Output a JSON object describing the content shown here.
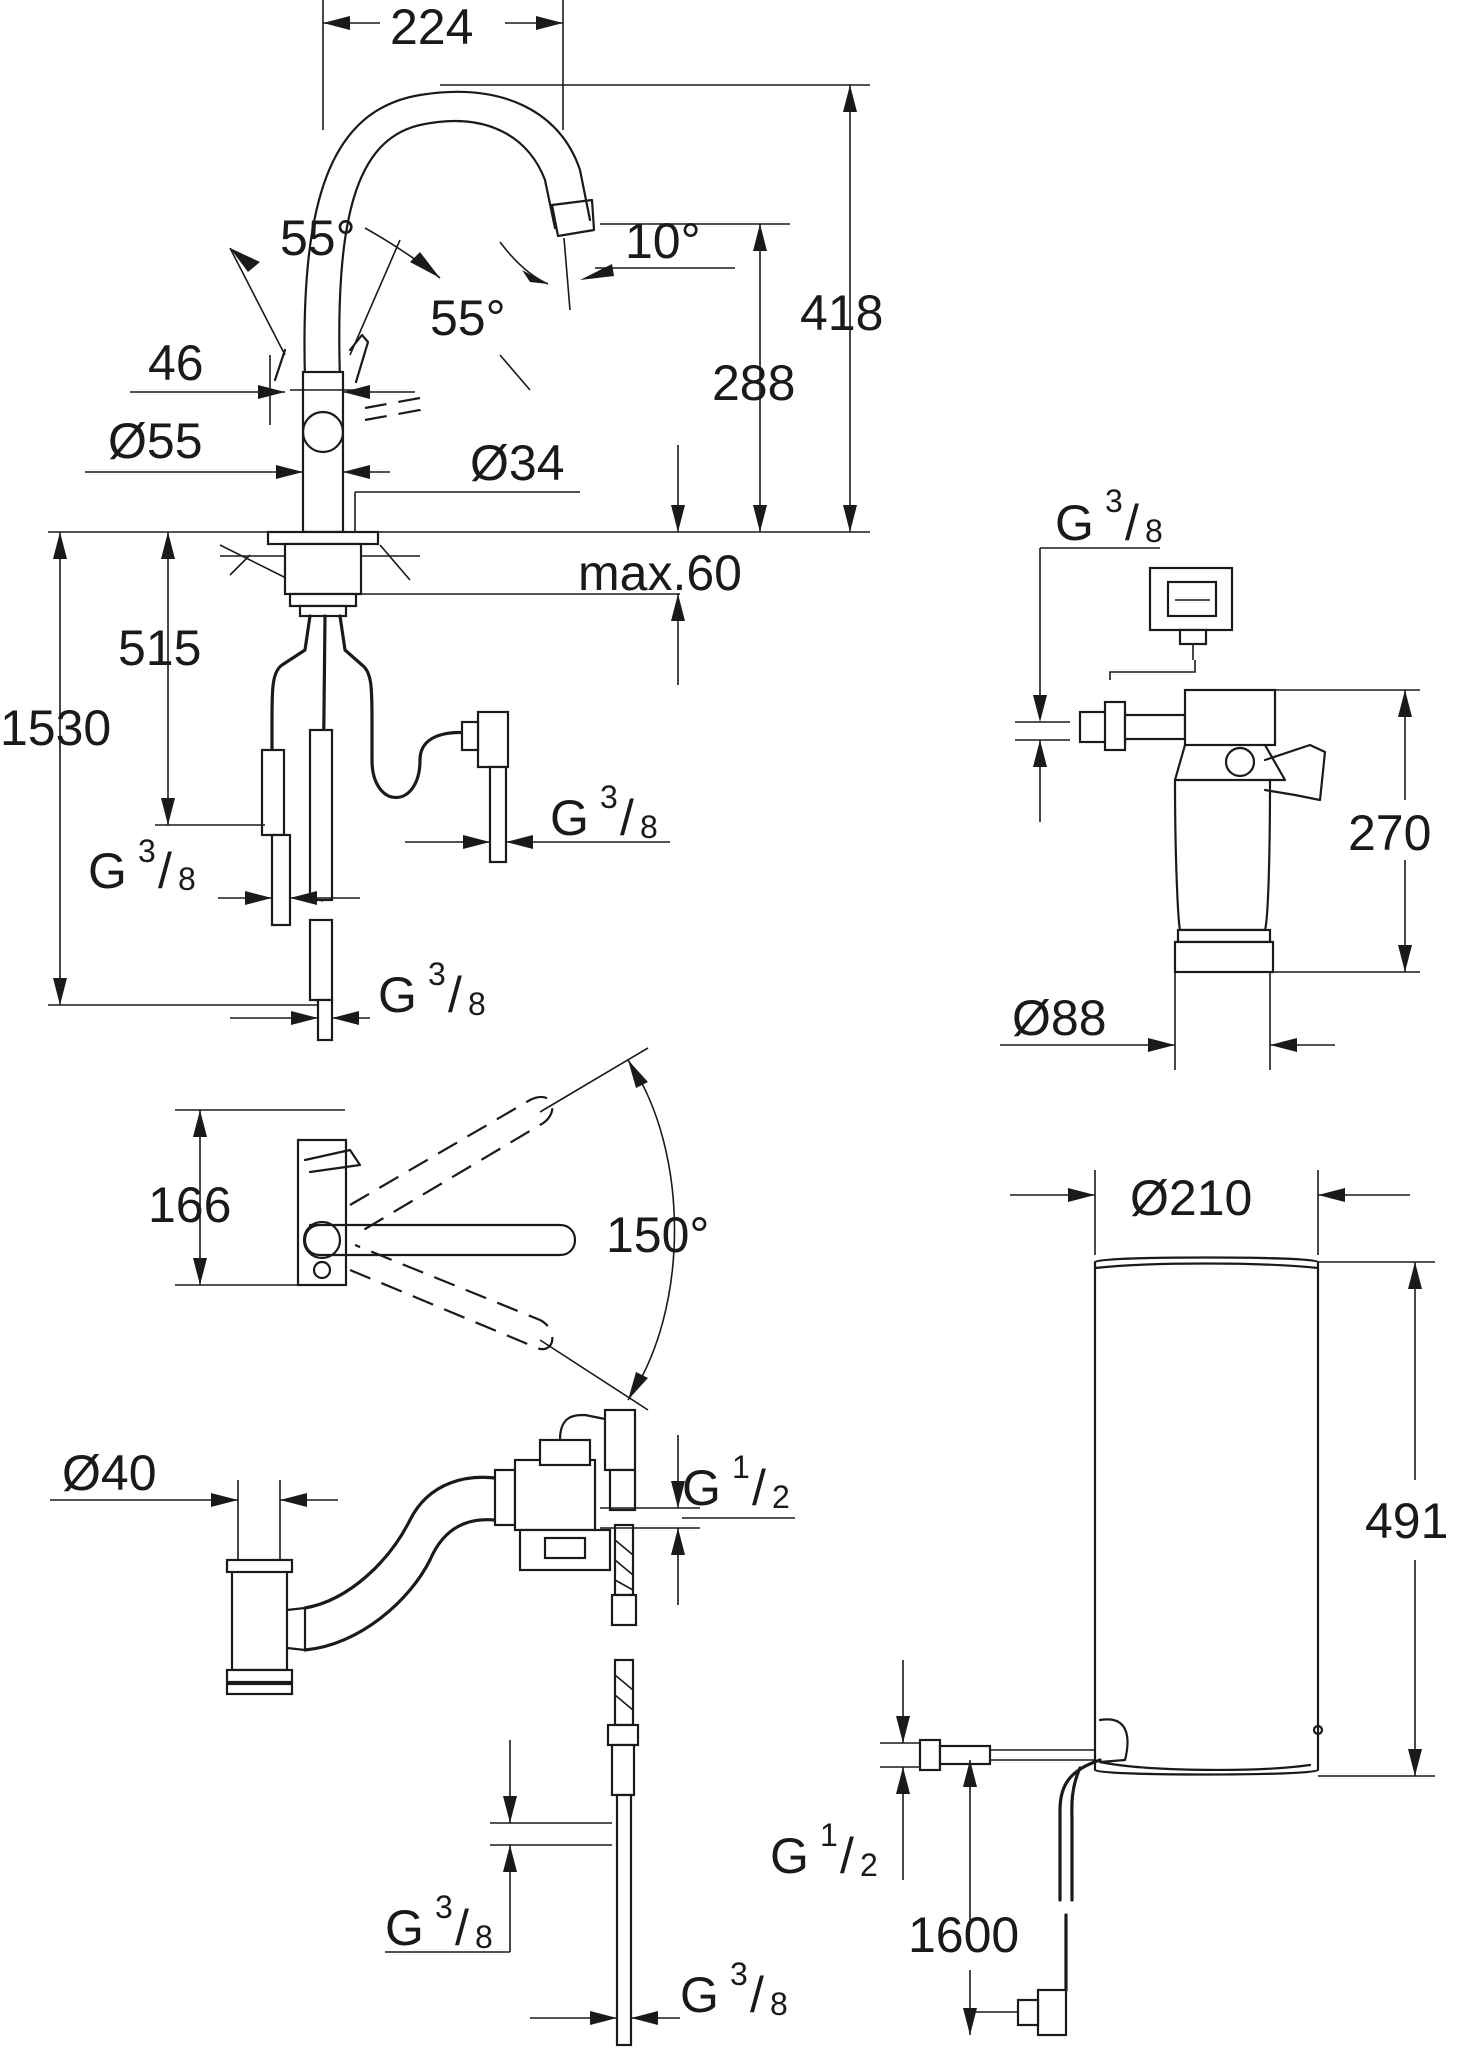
{
  "faucet_front": {
    "width_224": "224",
    "height_418": "418",
    "spout_288": "288",
    "angle_55_left": "55°",
    "angle_55_right": "55°",
    "angle_10": "10°",
    "lever_46": "46",
    "base_dia_55": "Ø55",
    "hole_dia_34": "Ø34",
    "deck_max_60": "max.60",
    "hose_515": "515",
    "hose_1530": "1530",
    "conn_left": {
      "g": "G",
      "num": "3",
      "den": "8"
    },
    "conn_right": {
      "g": "G",
      "num": "3",
      "den": "8"
    },
    "conn_bottom": {
      "g": "G",
      "num": "3",
      "den": "8"
    }
  },
  "faucet_top": {
    "depth_166": "166",
    "swivel_150": "150°"
  },
  "filter": {
    "conn": {
      "g": "G",
      "num": "3",
      "den": "8"
    },
    "height_270": "270",
    "dia_88": "Ø88"
  },
  "boiler": {
    "dia_210": "Ø210",
    "height_491": "491",
    "cable_1600": "1600",
    "conn": {
      "g": "G",
      "num": "1",
      "den": "2"
    }
  },
  "drain": {
    "dia_40": "Ø40",
    "conn_top": {
      "g": "G",
      "num": "1",
      "den": "2"
    },
    "conn_mid": {
      "g": "G",
      "num": "3",
      "den": "8"
    },
    "conn_bottom": {
      "g": "G",
      "num": "3",
      "den": "8"
    }
  }
}
